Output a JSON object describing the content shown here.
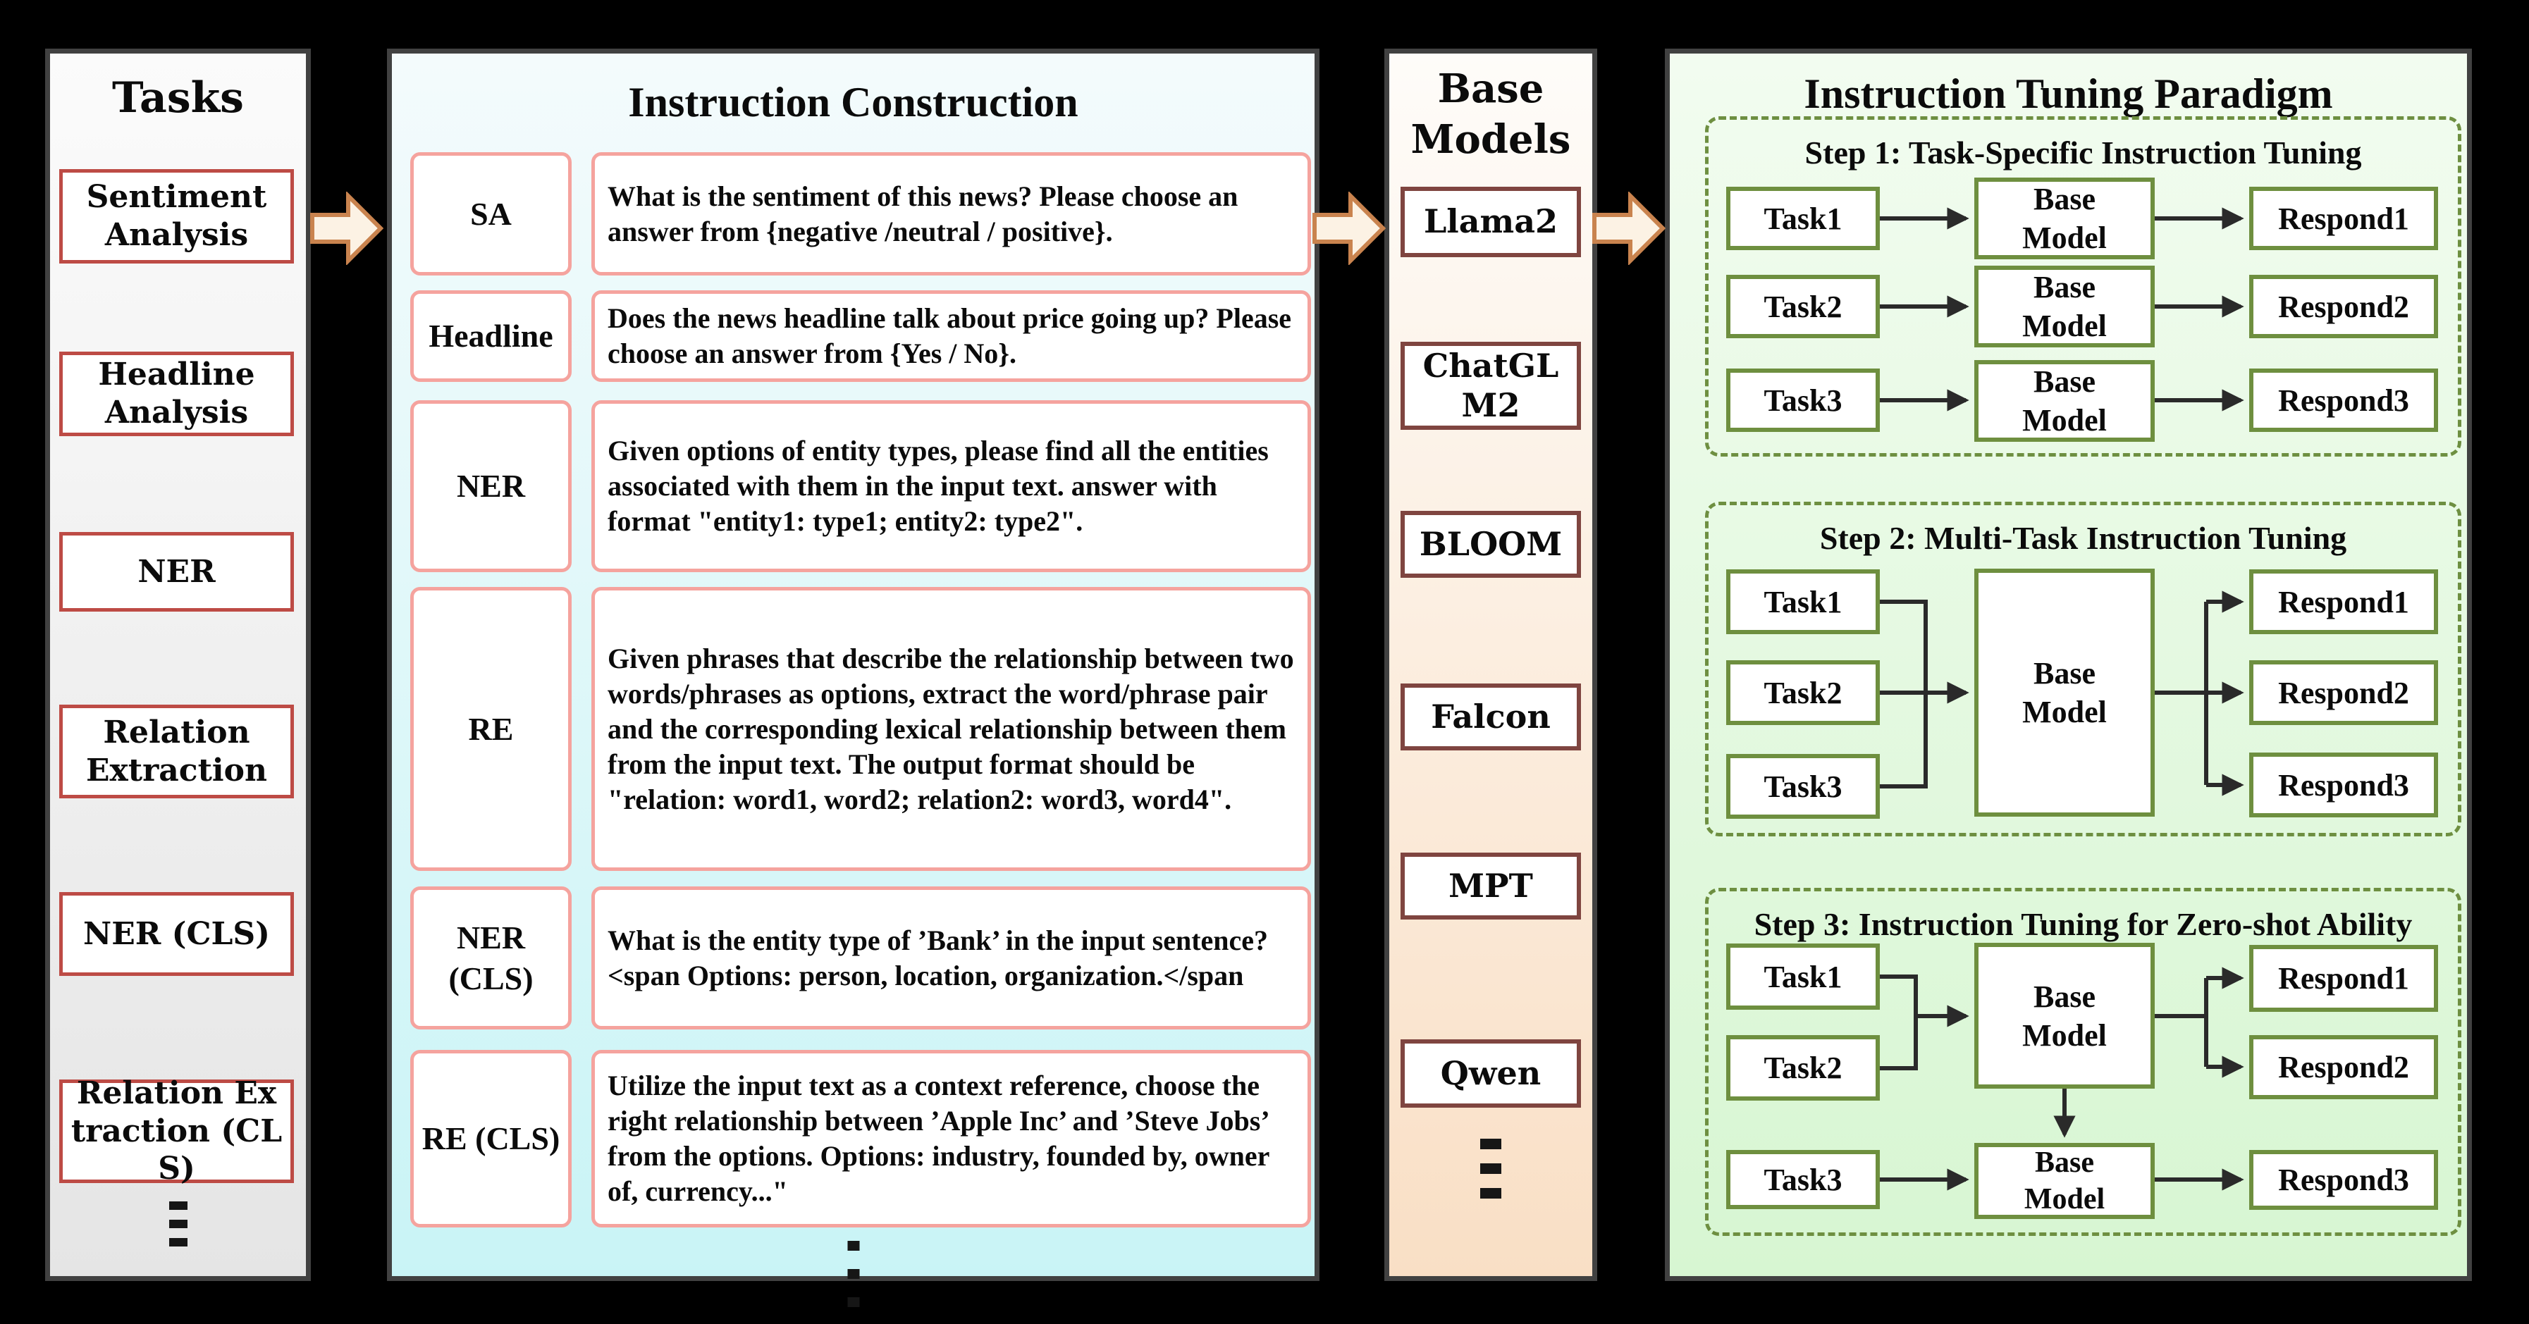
{
  "tasks_panel": {
    "title": "Tasks",
    "items": [
      "Sentiment Analysis",
      "Headline Analysis",
      "NER",
      "Relation Extraction",
      "NER (CLS)",
      "Relation Extraction (CLS)"
    ]
  },
  "instruction_panel": {
    "title": "Instruction Construction",
    "rows": [
      {
        "tag": "SA",
        "text": "What is the sentiment of this news? Please choose an answer from {negative /neutral / positive}."
      },
      {
        "tag": "Headline",
        "text": "Does the news headline talk about price going up? Please choose an answer from {Yes / No}."
      },
      {
        "tag": "NER",
        "text": "Given options of entity types, please find all the entities associated with them in the input text. answer with format \"entity1: type1; entity2: type2\"."
      },
      {
        "tag": "RE",
        "text": "Given phrases that describe the relationship between two words/phrases as options, extract the word/phrase pair and the corresponding lexical relationship between them from the input text. The output format should be \"relation: word1, word2; relation2: word3, word4\"."
      },
      {
        "tag": "NER (CLS)",
        "text": "What is the entity type of ’Bank’ in the input sentence?<span Options: person, location, organization.</span"
      },
      {
        "tag": "RE (CLS)",
        "text": "Utilize the input text as a context reference, choose the right relationship between ’Apple Inc’ and ’Steve Jobs’ from the options. Options: industry, founded by, owner of, currency...\""
      }
    ]
  },
  "models_panel": {
    "title": "Base Models",
    "items": [
      "Llama2",
      "ChatGLM2",
      "BLOOM",
      "Falcon",
      "MPT",
      "Qwen"
    ]
  },
  "paradigm_panel": {
    "title": "Instruction Tuning Paradigm",
    "steps": [
      {
        "title": "Step 1: Task-Specific Instruction Tuning",
        "tasks": [
          "Task1",
          "Task2",
          "Task3"
        ],
        "models": [
          "Base Model",
          "Base Model",
          "Base Model"
        ],
        "responds": [
          "Respond1",
          "Respond2",
          "Respond3"
        ]
      },
      {
        "title": "Step 2: Multi-Task Instruction Tuning",
        "tasks": [
          "Task1",
          "Task2",
          "Task3"
        ],
        "models": [
          "Base Model"
        ],
        "responds": [
          "Respond1",
          "Respond2",
          "Respond3"
        ]
      },
      {
        "title": "Step 3: Instruction Tuning for Zero-shot Ability",
        "tasks": [
          "Task1",
          "Task2",
          "Task3"
        ],
        "models": [
          "Base Model",
          "Base Model"
        ],
        "responds": [
          "Respond1",
          "Respond2",
          "Respond3"
        ]
      }
    ]
  },
  "icons": {
    "flow_arrow": "right-block-arrow",
    "more_indicator": "vertical-ellipsis"
  },
  "colors": {
    "page_bg": "#000000",
    "panel_border": "#414141",
    "tasks_bg_bottom": "#e5e5e5",
    "instruction_bg_bottom": "#c9f4f6",
    "models_bg_bottom": "#f9dfc5",
    "paradigm_bg_bottom": "#d7f6d2",
    "task_box_border": "#bd4b45",
    "instruction_box_border": "#f5a39e",
    "model_box_border": "#7f4540",
    "green_box_border": "#6e8f3f",
    "block_arrow_fill": "#fcf2e4",
    "block_arrow_stroke": "#c9834e",
    "connector": "#2a2a2a"
  }
}
